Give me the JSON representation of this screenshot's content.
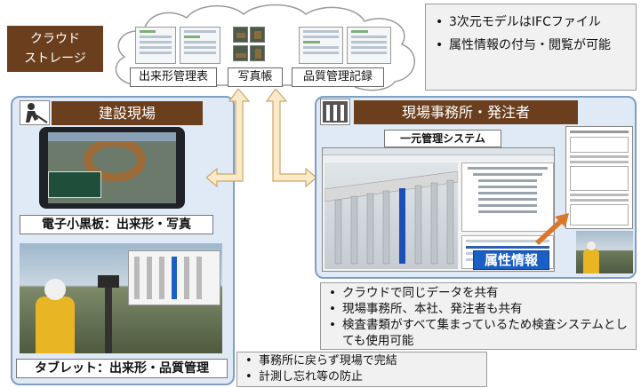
{
  "cloud": {
    "tag_line1": "クラウド",
    "tag_line2": "ストレージ",
    "labels": [
      "出来形管理表",
      "写真帳",
      "品質管理記録"
    ]
  },
  "top_right_bullets": [
    "3次元モデルはIFCファイル",
    "属性情報の付与・閲覧が可能"
  ],
  "site": {
    "title": "建設現場",
    "caption_board": "電子小黒板：出来形・写真",
    "caption_tablet": "タブレット：出来形・品質管理"
  },
  "office": {
    "title": "現場事務所・発注者",
    "system_label": "一元管理システム",
    "attribute_label": "属性情報"
  },
  "middle_bullets": [
    "クラウドで同じデータを共有",
    "現場事務所、本社、発注者も共有",
    "検査書類がすべて集まっているため検査システムとしても使用可能"
  ],
  "bottom_bullets": [
    "事務所に戻らず現場で完結",
    "計測し忘れ等の防止"
  ],
  "colors": {
    "brown_tag": "#6b3f1d",
    "panel_fill": "#dfeaf6",
    "panel_border": "#7f9fc2",
    "arrow_fill": "#fbe9c8",
    "attr_blue": "#1a5fc4"
  }
}
